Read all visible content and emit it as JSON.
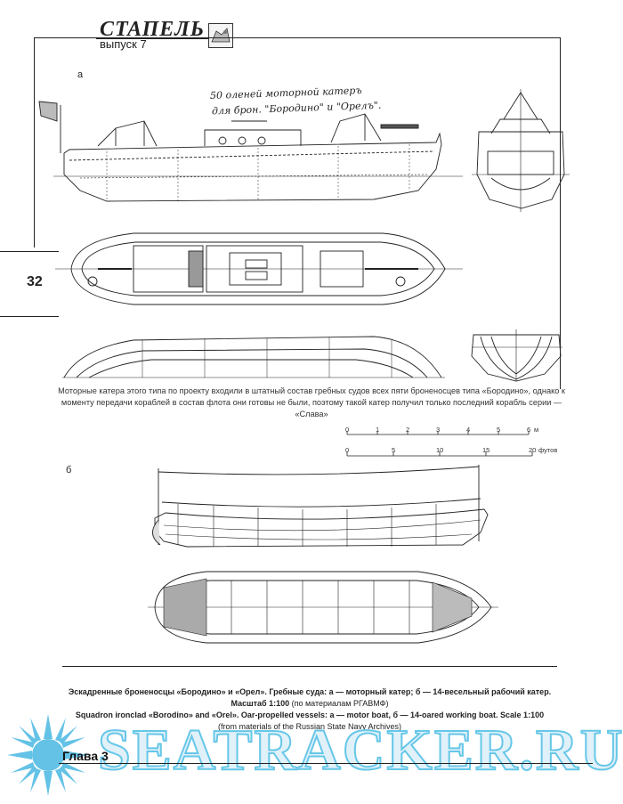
{
  "masthead": {
    "title": "СТАПЕЛЬ",
    "issue": "выпуск 7"
  },
  "page_number": "32",
  "figure_a_label": "а",
  "figure_b_label": "б",
  "handwritten_note": [
    "50 оленей моторной катеръ",
    "для брон. \"Бородино\" и \"Орелъ\"."
  ],
  "caption_ru": "Моторные катера этого типа по проекту входили в штатный состав гребных судов всех пяти броненосцев типа «Бородино», однако к моменту передачи кораблей в состав флота они готовы не были, поэтому такой катер получил только последний корабль серии — «Слава»",
  "scale_meters": {
    "ticks": [
      "0",
      "1",
      "2",
      "3",
      "4",
      "5",
      "6"
    ],
    "unit": "м"
  },
  "scale_feet": {
    "ticks": [
      "0",
      "5",
      "10",
      "15",
      "20"
    ],
    "unit": "футов"
  },
  "credits": {
    "ru_line1": "Эскадренные броненосцы «Бородино» и «Орел». Гребные суда: а — моторный катер; б — 14-весельный рабочий катер.",
    "ru_line2_bold": "Масштаб 1:100",
    "ru_line2_rest": " (по материалам РГАВМФ)",
    "en_line1": "Squadron ironclad «Borodino» and «Orel». Oar-propelled vessels: a — motor boat, б — 14-oared working boat. Scale 1:100",
    "en_line2": "(from materials of the Russian State Navy Archives)"
  },
  "chapter": "Глава 3",
  "watermark": "SEATRACKER.RU",
  "colors": {
    "ink": "#222222",
    "watermark_fill": "#e1f1f9",
    "watermark_stroke": "#66c7e8",
    "sun": "#63c2e6"
  }
}
